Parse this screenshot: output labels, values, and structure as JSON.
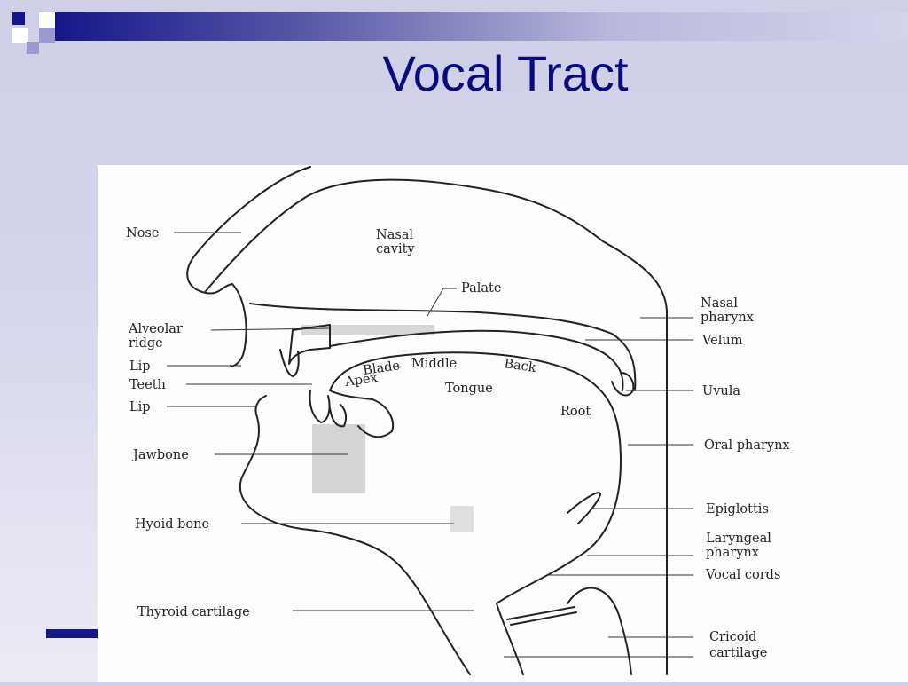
{
  "slide": {
    "title": "Vocal Tract"
  },
  "theme": {
    "title_color": "#0a0a80",
    "accent_dark": "#16168a",
    "accent_light": "#9a9ad0",
    "background": "#d4d4ec"
  },
  "diagram": {
    "labels": {
      "nose": "Nose",
      "nasal_cavity_1": "Nasal",
      "nasal_cavity_2": "cavity",
      "palate": "Palate",
      "alveolar_1": "Alveolar",
      "alveolar_2": "ridge",
      "lip_upper": "Lip",
      "teeth": "Teeth",
      "lip_lower": "Lip",
      "jawbone": "Jawbone",
      "hyoid": "Hyoid bone",
      "thyroid": "Thyroid cartilage",
      "blade": "Blade",
      "middle": "Middle",
      "back": "Back",
      "apex": "Apex",
      "tongue": "Tongue",
      "root": "Root",
      "nasal_pharynx_1": "Nasal",
      "nasal_pharynx_2": "pharynx",
      "velum": "Velum",
      "uvula": "Uvula",
      "oral_pharynx": "Oral pharynx",
      "epiglottis": "Epiglottis",
      "laryngeal_1": "Laryngeal",
      "laryngeal_2": "pharynx",
      "vocal_cords": "Vocal cords",
      "cricoid_1": "Cricoid",
      "cricoid_2": "cartilage"
    }
  }
}
